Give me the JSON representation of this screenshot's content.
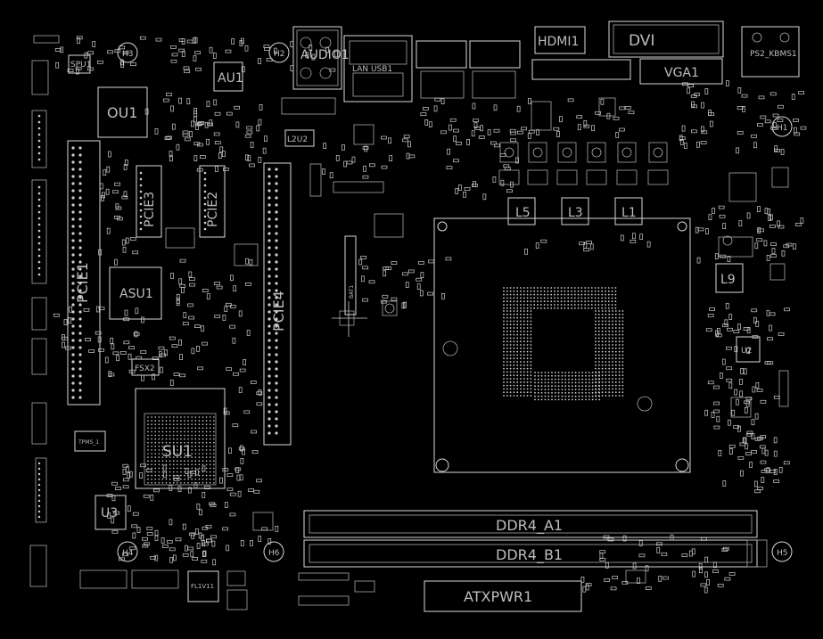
{
  "labels": {
    "ou1": "OU1",
    "au1": "AU1",
    "asu1": "ASU1",
    "su1": "SU1",
    "u3": "U3",
    "u2": "U2",
    "audio1": "AUDIO1",
    "lan_usb": "LAN USB1",
    "hdmi1": "HDMI1",
    "dvi": "DVI",
    "vga": "VGA1",
    "ps2": "PS2_KBMS1",
    "pcie1": "PCIE1",
    "pcie2": "PCIE2",
    "pcie3": "PCIE3",
    "pcie4": "PCIE4",
    "ddr4_a1": "DDR4_A1",
    "ddr4_b1": "DDR4_B1",
    "atxpwr": "ATXPWR1",
    "l5": "L5",
    "l3": "L3",
    "l1": "L1",
    "l9": "L9",
    "fsx2": "FSX2",
    "spu1": "SPU1",
    "l2u2": "L2U2",
    "fl1v11": "FL1V11",
    "tpm": "TPMS_1",
    "battery": "BAT1",
    "h1": "H1",
    "h2": "H2",
    "h3": "H3",
    "h4": "H4",
    "h5": "H5",
    "h6": "H6"
  },
  "colors": {
    "background": "#000000",
    "outline": "#d8d8d8",
    "label": "#bdbdbd"
  }
}
